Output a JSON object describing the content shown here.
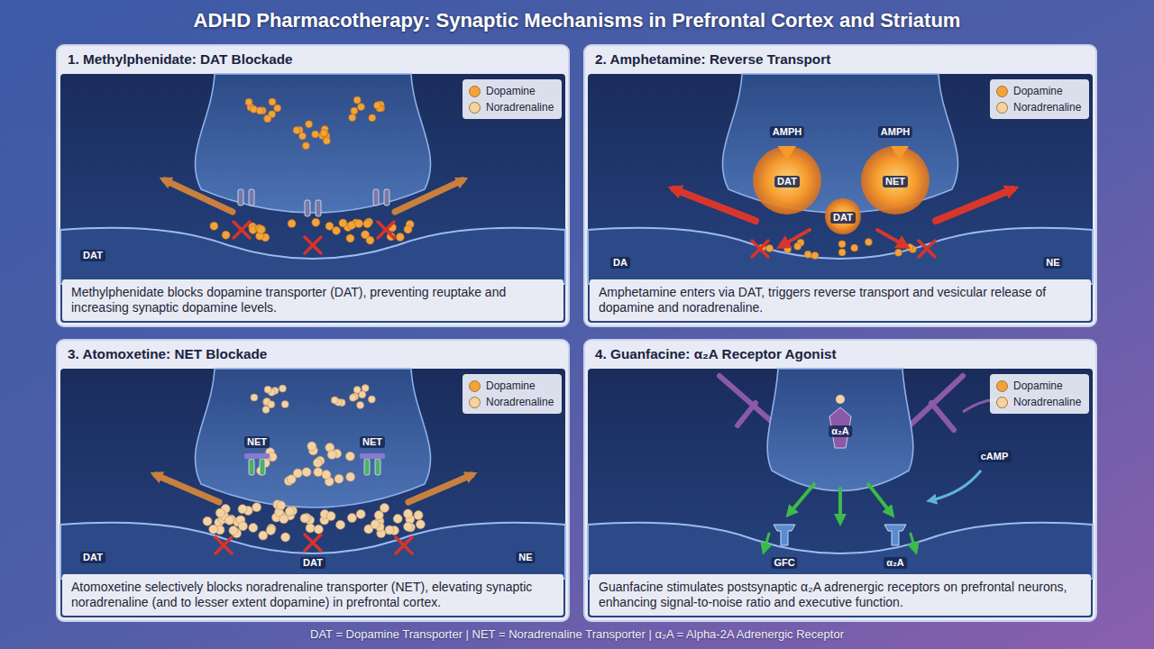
{
  "diagram": {
    "title": "ADHD Pharmacotherapy: Synaptic Mechanisms in Prefrontal Cortex and Striatum",
    "caption": "DAT = Dopamine Transporter | NET = Noradrenaline Transporter | α₂A = Alpha-2A Adrenergic Receptor",
    "nodes": [
      {
        "text": [
          "1. Methylphenidate: DAT Blockade"
        ]
      },
      {
        "text": [
          "Methylphenidate blocks dopamine transporter (DAT), preventing reuptake and increasing synaptic dopamine levels."
        ],
        "in": 0
      },
      {
        "text": [
          "2. Amphetamine: Reverse Transport"
        ]
      },
      {
        "text": [
          "Amphetamine enters via DAT, triggers reverse transport and vesicular release of dopamine and noradrenaline."
        ],
        "in": 2
      },
      {
        "text": [
          "3. Atomoxetine: NET Blockade"
        ]
      },
      {
        "text": [
          "Atomoxetine selectively blocks noradrenaline transporter (NET), elevating synaptic noradrenaline (and to lesser extent dopamine) in prefrontal cortex."
        ],
        "in": 4
      },
      {
        "text": [
          "4. Guanfacine: α₂A Receptor Agonist"
        ]
      },
      {
        "text": [
          "Guanfacine stimulates postsynaptic α₂A adrenergic receptors on prefrontal neurons, enhancing signal-to-noise ratio and executive function."
        ],
        "in": 6
      }
    ],
    "labels": [
      "DAT",
      "AMPH",
      "AMPH",
      "DAT",
      "DAT",
      "NET",
      "DA",
      "NE",
      "NET",
      "NET",
      "DAT",
      "DAT",
      "NE",
      "α₂A",
      "cAMP",
      "GFC",
      "α₂A"
    ],
    "legend": [
      {
        "text": "Dopamine",
        "color": "#f2a33a"
      },
      {
        "text": "Noradrenaline",
        "color": "#f4d2a4"
      },
      {
        "text": "Dopamine",
        "color": "#f2a33a"
      },
      {
        "text": "Noradrenaline",
        "color": "#f4d2a4"
      },
      {
        "text": "Dopamine",
        "color": "#f2a33a"
      },
      {
        "text": "Noradrenaline",
        "color": "#f4d2a4"
      },
      {
        "text": "Dopamine",
        "color": "#f2a33a"
      },
      {
        "text": "Noradrenaline",
        "color": "#f4d2a4"
      }
    ]
  }
}
